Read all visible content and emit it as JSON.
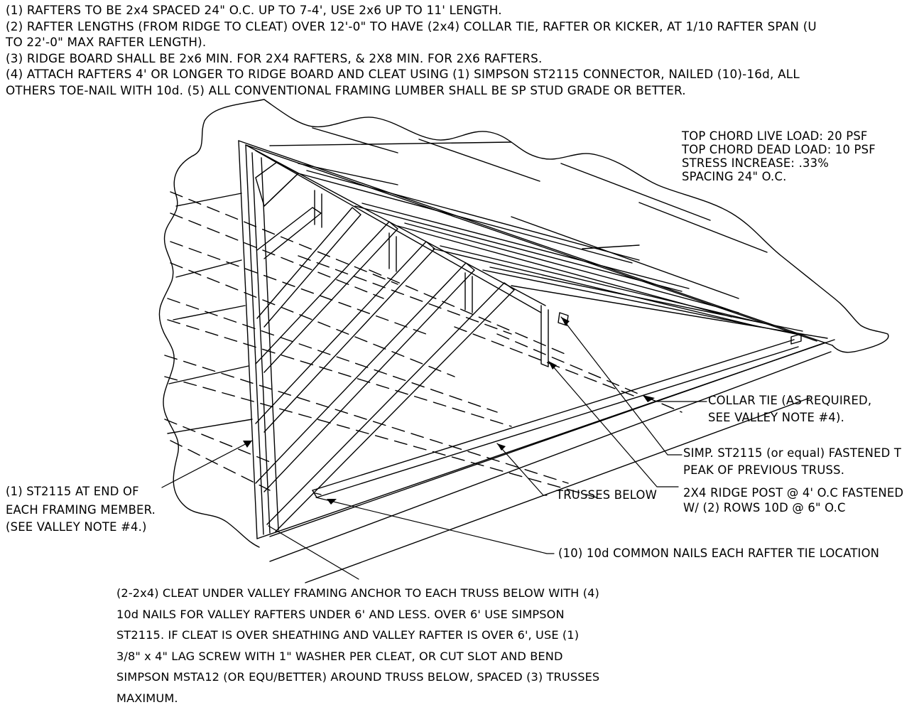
{
  "notes": [
    "(1) RAFTERS TO BE 2x4 SPACED 24\" O.C. UP TO 7-4', USE 2x6 UP TO 11' LENGTH.",
    "(2) RAFTER LENGTHS (FROM RIDGE TO CLEAT) OVER 12'-0\" TO HAVE (2x4) COLLAR TIE, RAFTER OR KICKER, AT 1/10 RAFTER SPAN (U",
    "TO 22'-0\" MAX RAFTER LENGTH).",
    "(3) RIDGE BOARD SHALL BE 2x6 MIN. FOR 2X4 RAFTERS, & 2X8 MIN. FOR 2X6 RAFTERS.",
    "(4) ATTACH RAFTERS 4' OR LONGER TO RIDGE BOARD AND CLEAT USING (1) SIMPSON ST2115 CONNECTOR, NAILED (10)-16d, ALL",
    "OTHERS TOE-NAIL WITH 10d. (5) ALL CONVENTIONAL FRAMING LUMBER SHALL BE SP STUD GRADE OR BETTER."
  ],
  "loads": [
    "TOP CHORD LIVE LOAD: 20 PSF",
    "TOP CHORD DEAD LOAD: 10 PSF",
    "STRESS INCREASE: .33%",
    "SPACING 24\" O.C."
  ],
  "callouts": {
    "collar_tie_1": "COLLAR TIE (AS REQUIRED,",
    "collar_tie_2": "SEE VALLEY NOTE #4).",
    "st2115_peak_1": "SIMP. ST2115 (or equal) FASTENED T",
    "st2115_peak_2": "PEAK OF PREVIOUS TRUSS.",
    "trusses_below": "TRUSSES BELOW",
    "ridge_post_1": "2X4 RIDGE POST @ 4' O.C FASTENED",
    "ridge_post_2": "W/ (2) ROWS 10D @ 6\" O.C",
    "st2115_end_1": "(1) ST2115 AT END OF",
    "st2115_end_2": "EACH FRAMING MEMBER.",
    "st2115_end_3": "(SEE VALLEY NOTE #4.)",
    "nails": "(10) 10d COMMON NAILS EACH RAFTER TIE LOCATION"
  },
  "cleat_note": [
    "(2-2x4) CLEAT UNDER VALLEY FRAMING ANCHOR TO EACH TRUSS BELOW WITH (4)",
    "10d NAILS FOR VALLEY RAFTERS UNDER 6' AND LESS.  OVER 6' USE SIMPSON",
    "ST2115.  IF CLEAT IS OVER SHEATHING AND VALLEY RAFTER IS OVER 6', USE (1)",
    "3/8\" x 4\" LAG SCREW WITH 1\" WASHER PER CLEAT, OR CUT SLOT AND BEND",
    "SIMPSON MSTA12 (OR EQU/BETTER) AROUND TRUSS BELOW, SPACED (3) TRUSSES",
    "MAXIMUM."
  ]
}
